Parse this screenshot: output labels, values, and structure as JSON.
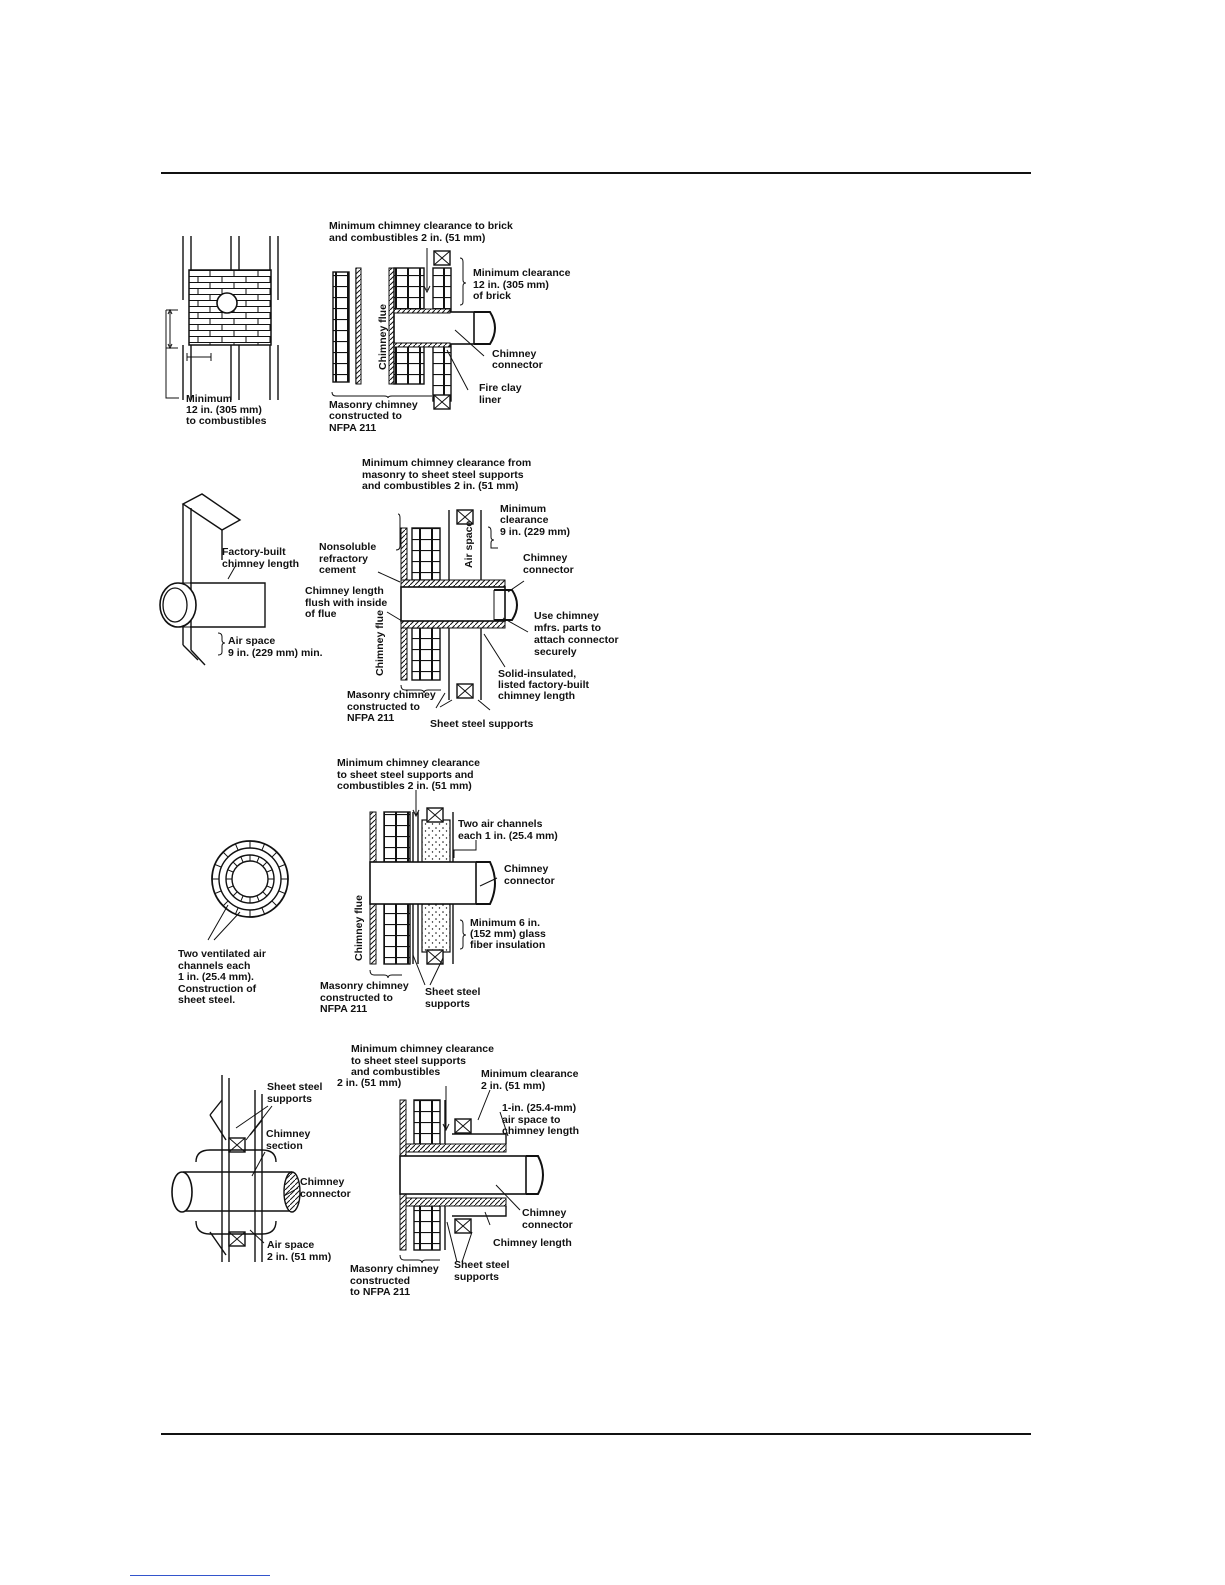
{
  "colors": {
    "ink": "#111111",
    "paper": "#ffffff",
    "link": "#3355cc"
  },
  "fig1": {
    "top_note": [
      "Minimum chimney clearance to brick",
      "and combustibles 2 in. (51 mm)"
    ],
    "min_clearance": [
      "Minimum clearance",
      "12 in. (305 mm)",
      "of brick"
    ],
    "flue": "Chimney flue",
    "connector": [
      "Chimney",
      "connector"
    ],
    "liner": [
      "Fire clay",
      "liner"
    ],
    "masonry": [
      "Masonry chimney",
      "constructed to",
      "NFPA 211"
    ],
    "combustibles": [
      "Minimum",
      "12 in. (305 mm)",
      "to combustibles"
    ]
  },
  "fig2": {
    "top_note": [
      "Minimum chimney clearance from",
      "masonry to sheet steel supports",
      "and combustibles 2 in. (51 mm)"
    ],
    "min_clearance": [
      "Minimum",
      "clearance",
      "9 in. (229 mm)"
    ],
    "air_space_v": "Air space",
    "connector": [
      "Chimney",
      "connector"
    ],
    "factory_built": [
      "Factory-built",
      "chimney length"
    ],
    "cement": [
      "Nonsoluble",
      "refractory",
      "cement"
    ],
    "flush": [
      "Chimney length",
      "flush with inside",
      "of flue"
    ],
    "air_space": [
      "Air space",
      "9 in. (229 mm) min."
    ],
    "use_parts": [
      "Use chimney",
      "mfrs. parts to",
      "attach connector",
      "securely"
    ],
    "flue": "Chimney flue",
    "solid": [
      "Solid-insulated,",
      "listed factory-built",
      "chimney length"
    ],
    "masonry": [
      "Masonry chimney",
      "constructed to",
      "NFPA 211"
    ],
    "supports": "Sheet steel supports"
  },
  "fig3": {
    "top_note": [
      "Minimum chimney clearance",
      "to sheet steel supports and",
      "combustibles 2 in. (51 mm)"
    ],
    "channels": [
      "Two air channels",
      "each 1 in. (25.4 mm)"
    ],
    "connector": [
      "Chimney",
      "connector"
    ],
    "flue": "Chimney flue",
    "insulation": [
      "Minimum 6 in.",
      "(152 mm) glass",
      "fiber insulation"
    ],
    "masonry": [
      "Masonry chimney",
      "constructed to",
      "NFPA 211"
    ],
    "supports": [
      "Sheet steel",
      "supports"
    ],
    "ventilated": [
      "Two ventilated air",
      "channels each",
      "1 in. (25.4 mm).",
      "Construction of",
      "sheet steel."
    ]
  },
  "fig4": {
    "top_note": [
      "Minimum chimney clearance",
      "to sheet steel supports",
      "and combustibles",
      "2 in. (51 mm)"
    ],
    "min_clearance": [
      "Minimum clearance",
      "2 in. (51 mm)"
    ],
    "air_1in": [
      "1-in. (25.4-mm)",
      "air space to",
      "chimney length"
    ],
    "left_supports": [
      "Sheet steel",
      "supports"
    ],
    "section": [
      "Chimney",
      "section"
    ],
    "left_connector": [
      "Chimney",
      "connector"
    ],
    "air_space": [
      "Air space",
      "2 in. (51 mm)"
    ],
    "connector": [
      "Chimney",
      "connector"
    ],
    "length": "Chimney length",
    "masonry": [
      "Masonry chimney",
      "constructed",
      "to NFPA 211"
    ],
    "supports": [
      "Sheet steel",
      "supports"
    ]
  }
}
